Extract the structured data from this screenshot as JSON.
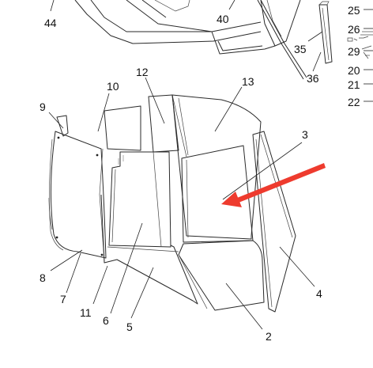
{
  "diagram": {
    "callouts": [
      "44",
      "40",
      "35",
      "36",
      "25",
      "26",
      "29",
      "20",
      "21",
      "22",
      "12",
      "10",
      "9",
      "13",
      "3",
      "8",
      "7",
      "11",
      "6",
      "5",
      "2",
      "4"
    ],
    "arrow_color": "#ee3b2e"
  }
}
